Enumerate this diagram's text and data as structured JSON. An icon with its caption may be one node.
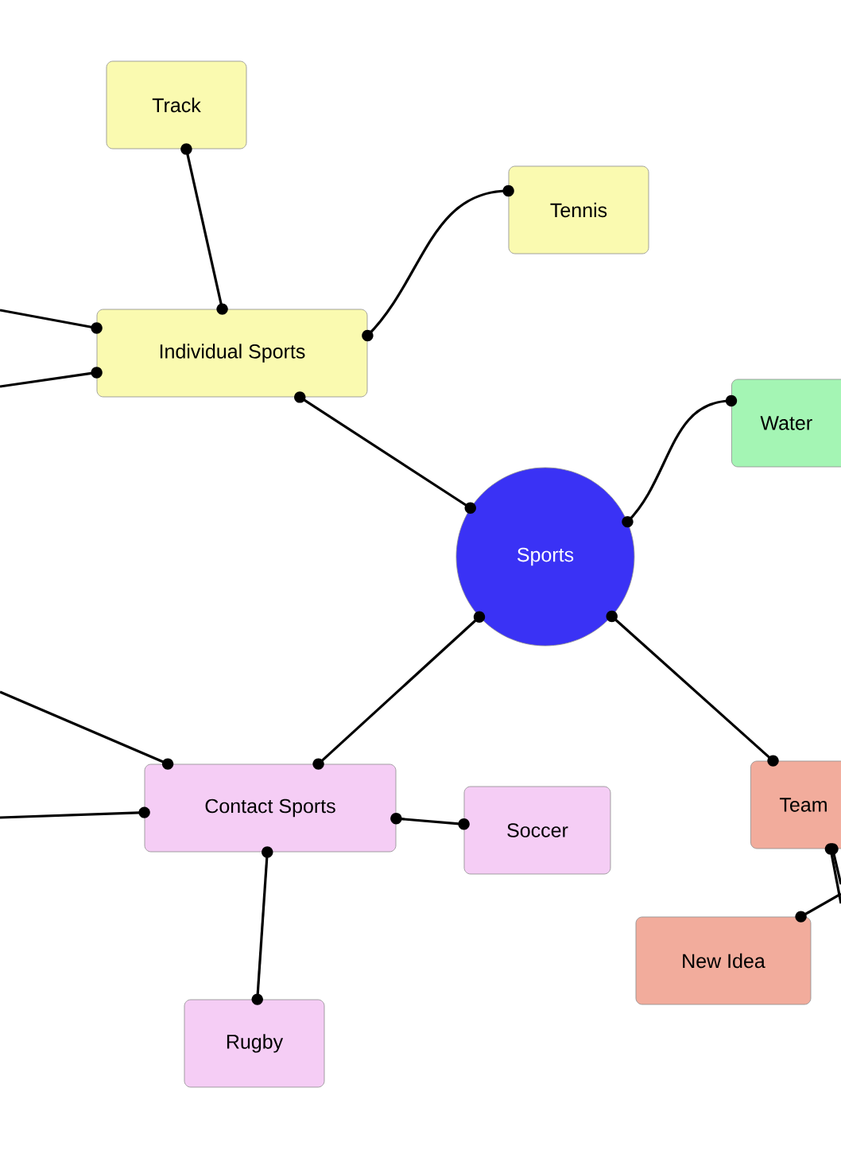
{
  "diagram": {
    "nodes": [
      {
        "text": [
          "Track"
        ]
      },
      {
        "text": [
          "Tennis"
        ]
      },
      {
        "text": [
          "Individual Sports"
        ]
      },
      {
        "text": [
          "Water"
        ]
      },
      {
        "text": [
          "Sports"
        ]
      },
      {
        "text": [
          "Team"
        ]
      },
      {
        "text": [
          "Contact Sports"
        ]
      },
      {
        "text": [
          "Soccer"
        ]
      },
      {
        "text": [
          "New Idea"
        ]
      },
      {
        "text": [
          "Rugby"
        ]
      }
    ],
    "edges": [
      {
        "from": 2,
        "to": 0,
        "arrow": "other"
      },
      {
        "from": 2,
        "to": 1,
        "arrow": "other"
      },
      {
        "from": 4,
        "to": 2,
        "arrow": "other"
      },
      {
        "from": 4,
        "to": 3,
        "arrow": "other"
      },
      {
        "from": 4,
        "to": 6,
        "arrow": "other"
      },
      {
        "from": 4,
        "to": 5,
        "arrow": "other"
      },
      {
        "from": 6,
        "to": 7,
        "arrow": "other"
      },
      {
        "from": 6,
        "to": 9,
        "arrow": "other"
      },
      {
        "from": null,
        "to": 2,
        "arrow": "other"
      },
      {
        "from": null,
        "to": 2,
        "arrow": "other"
      },
      {
        "from": null,
        "to": 6,
        "arrow": "other"
      },
      {
        "from": null,
        "to": 6,
        "arrow": "other"
      },
      {
        "from": 5,
        "to": null,
        "arrow": "other"
      },
      {
        "from": 5,
        "to": null,
        "arrow": "other"
      },
      {
        "from": 8,
        "to": null,
        "arrow": "other"
      }
    ]
  }
}
